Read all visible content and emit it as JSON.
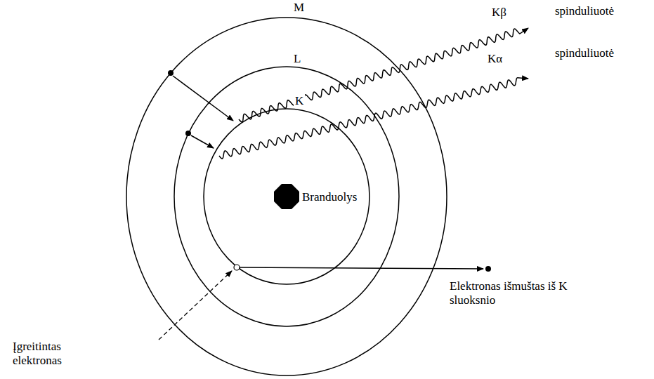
{
  "diagram": {
    "labels": [
      "M",
      "L",
      "K",
      "Kβ",
      "spinduliuotė",
      "Kα",
      "spinduliuotė",
      "Branduolys",
      "Elektronas išmuštas iš K sluoksnio",
      "Įgreitintas elektronas"
    ]
  }
}
